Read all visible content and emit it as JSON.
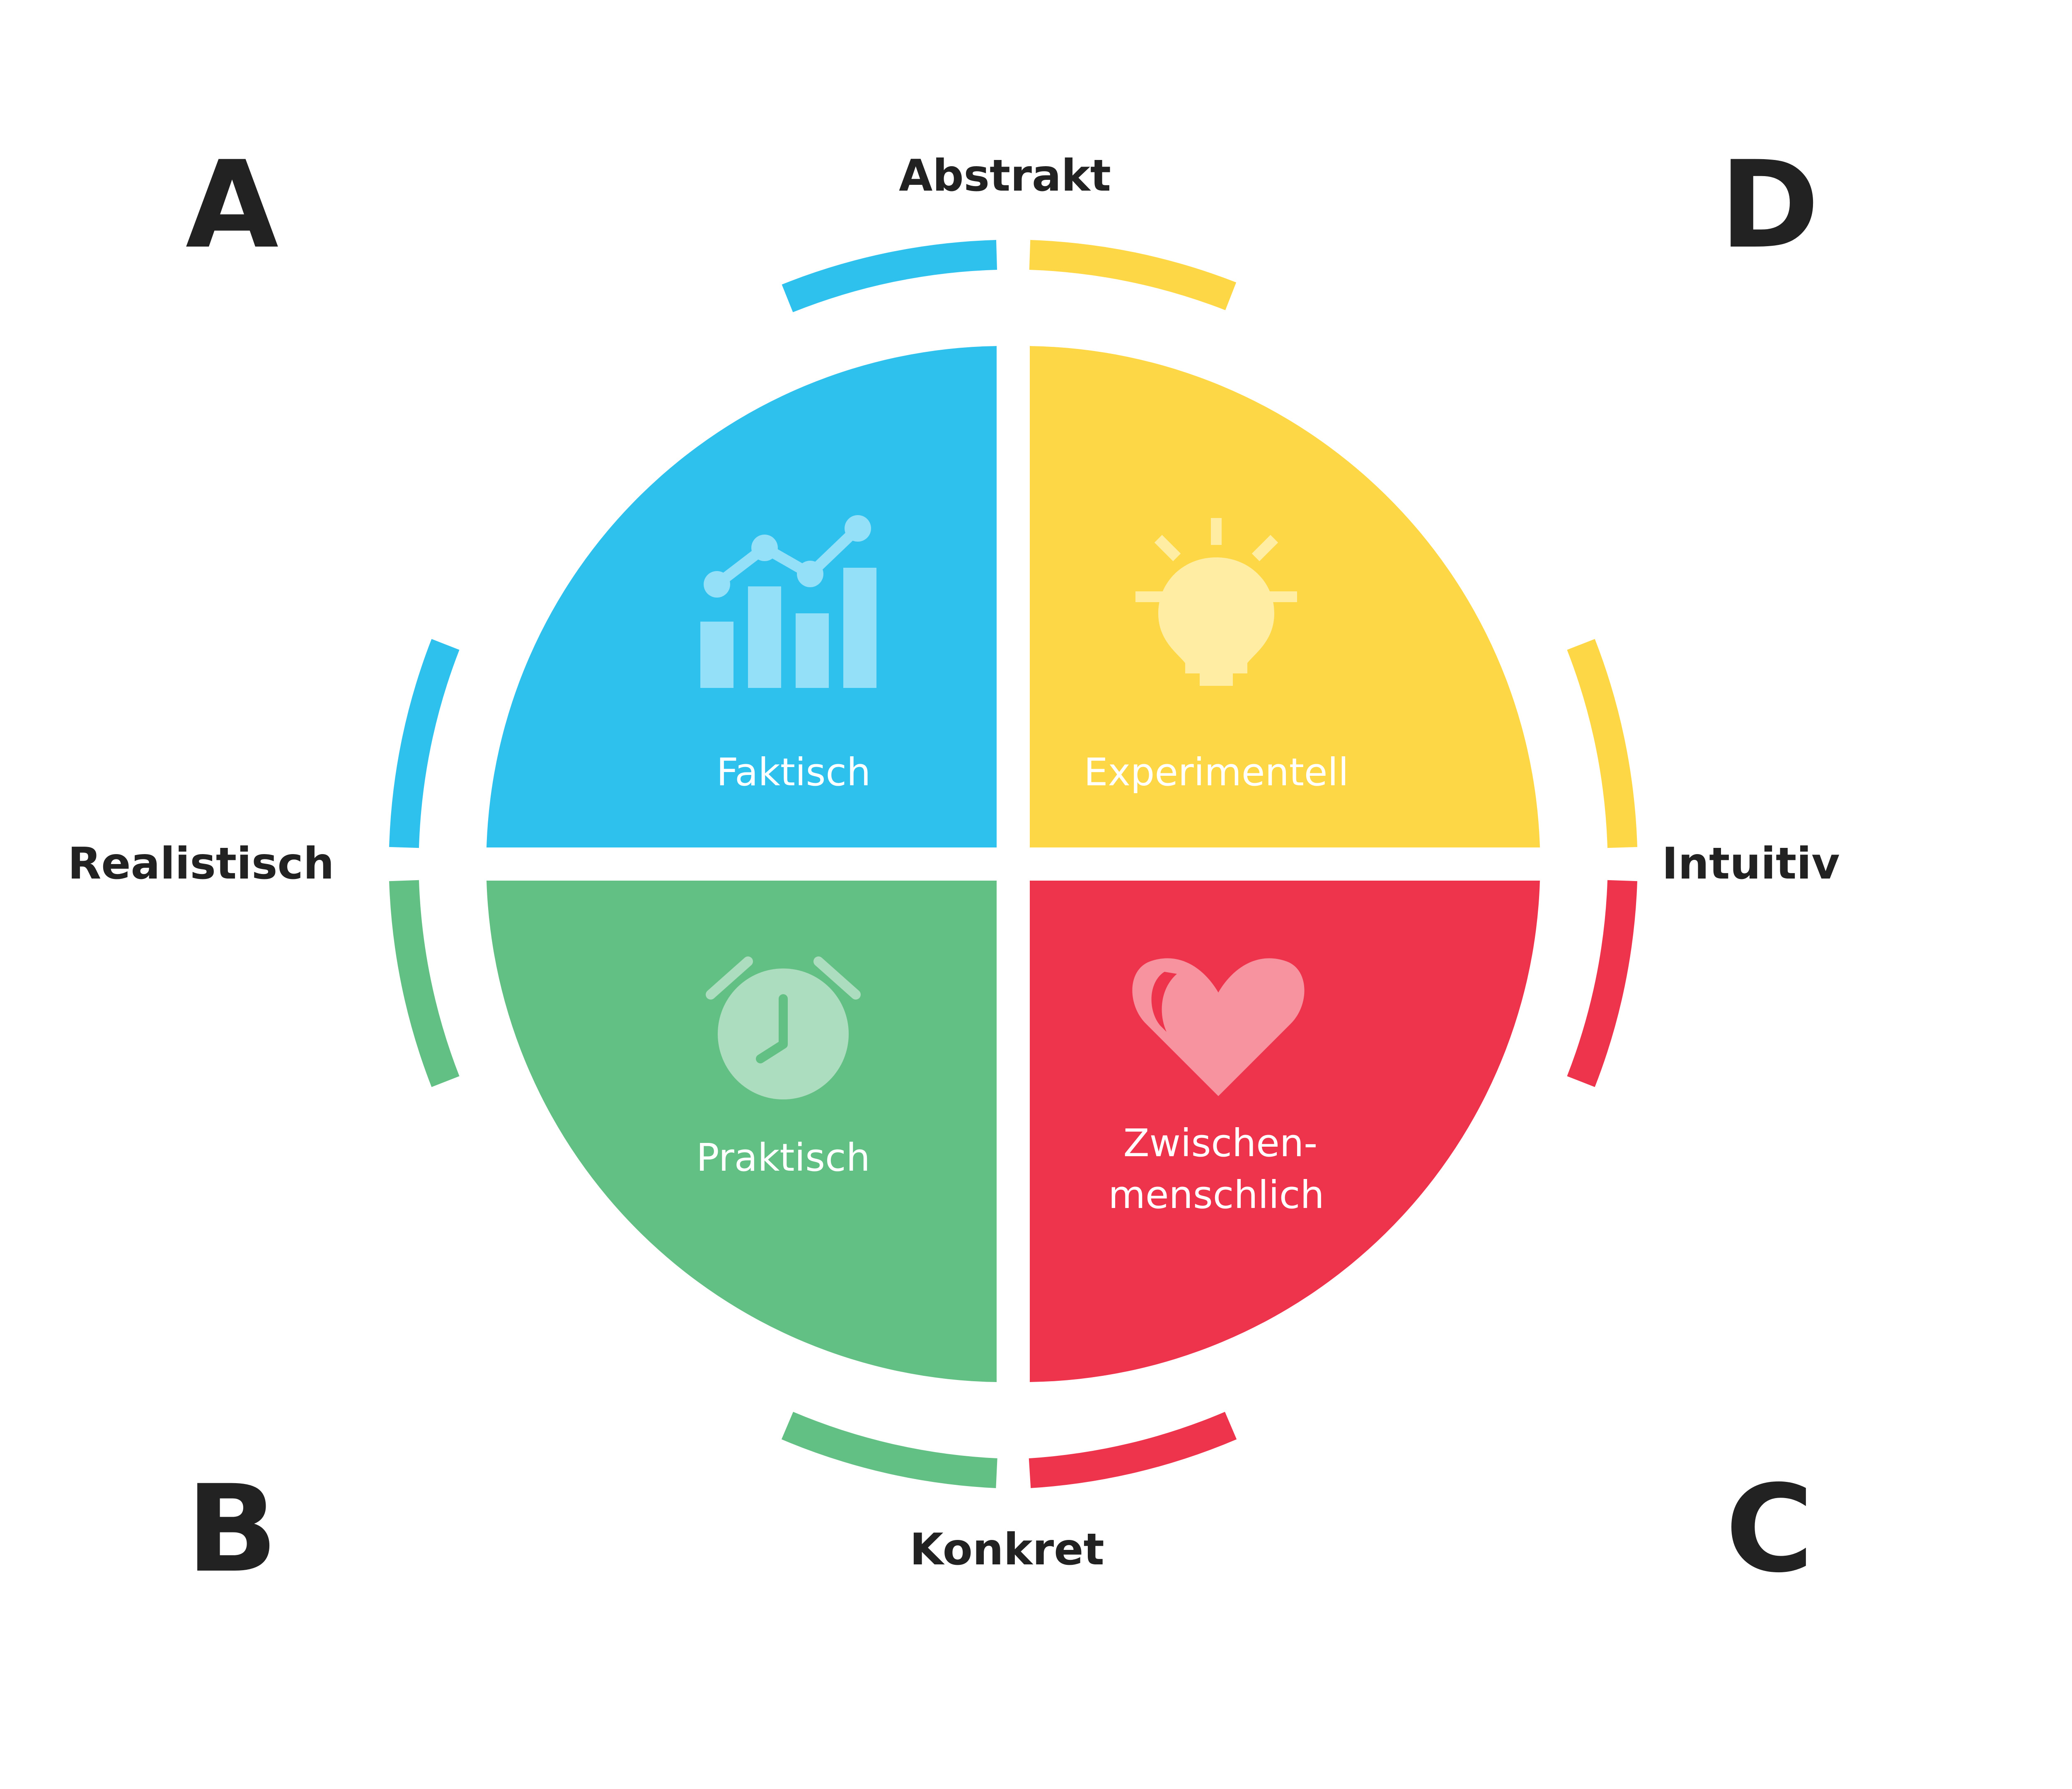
{
  "corners": {
    "top_left": "A",
    "top_right": "D",
    "bottom_left": "B",
    "bottom_right": "C"
  },
  "axes": {
    "top": "Abstrakt",
    "bottom": "Konkret",
    "left": "Realistisch",
    "right": "Intuitiv"
  },
  "quadrants": {
    "top_left": {
      "label": "Faktisch",
      "color": "#2EC1EE",
      "icon": "bar-chart-trend-icon"
    },
    "top_right": {
      "label": "Experimentell",
      "color": "#FDD745",
      "icon": "light-bulb-icon"
    },
    "bottom_left": {
      "label": "Praktisch",
      "color": "#63C085",
      "icon": "alarm-clock-icon"
    },
    "bottom_right": {
      "label_line1": "Zwischen-",
      "label_line2": "menschlich",
      "color": "#EE334C",
      "icon": "heart-icon"
    }
  }
}
